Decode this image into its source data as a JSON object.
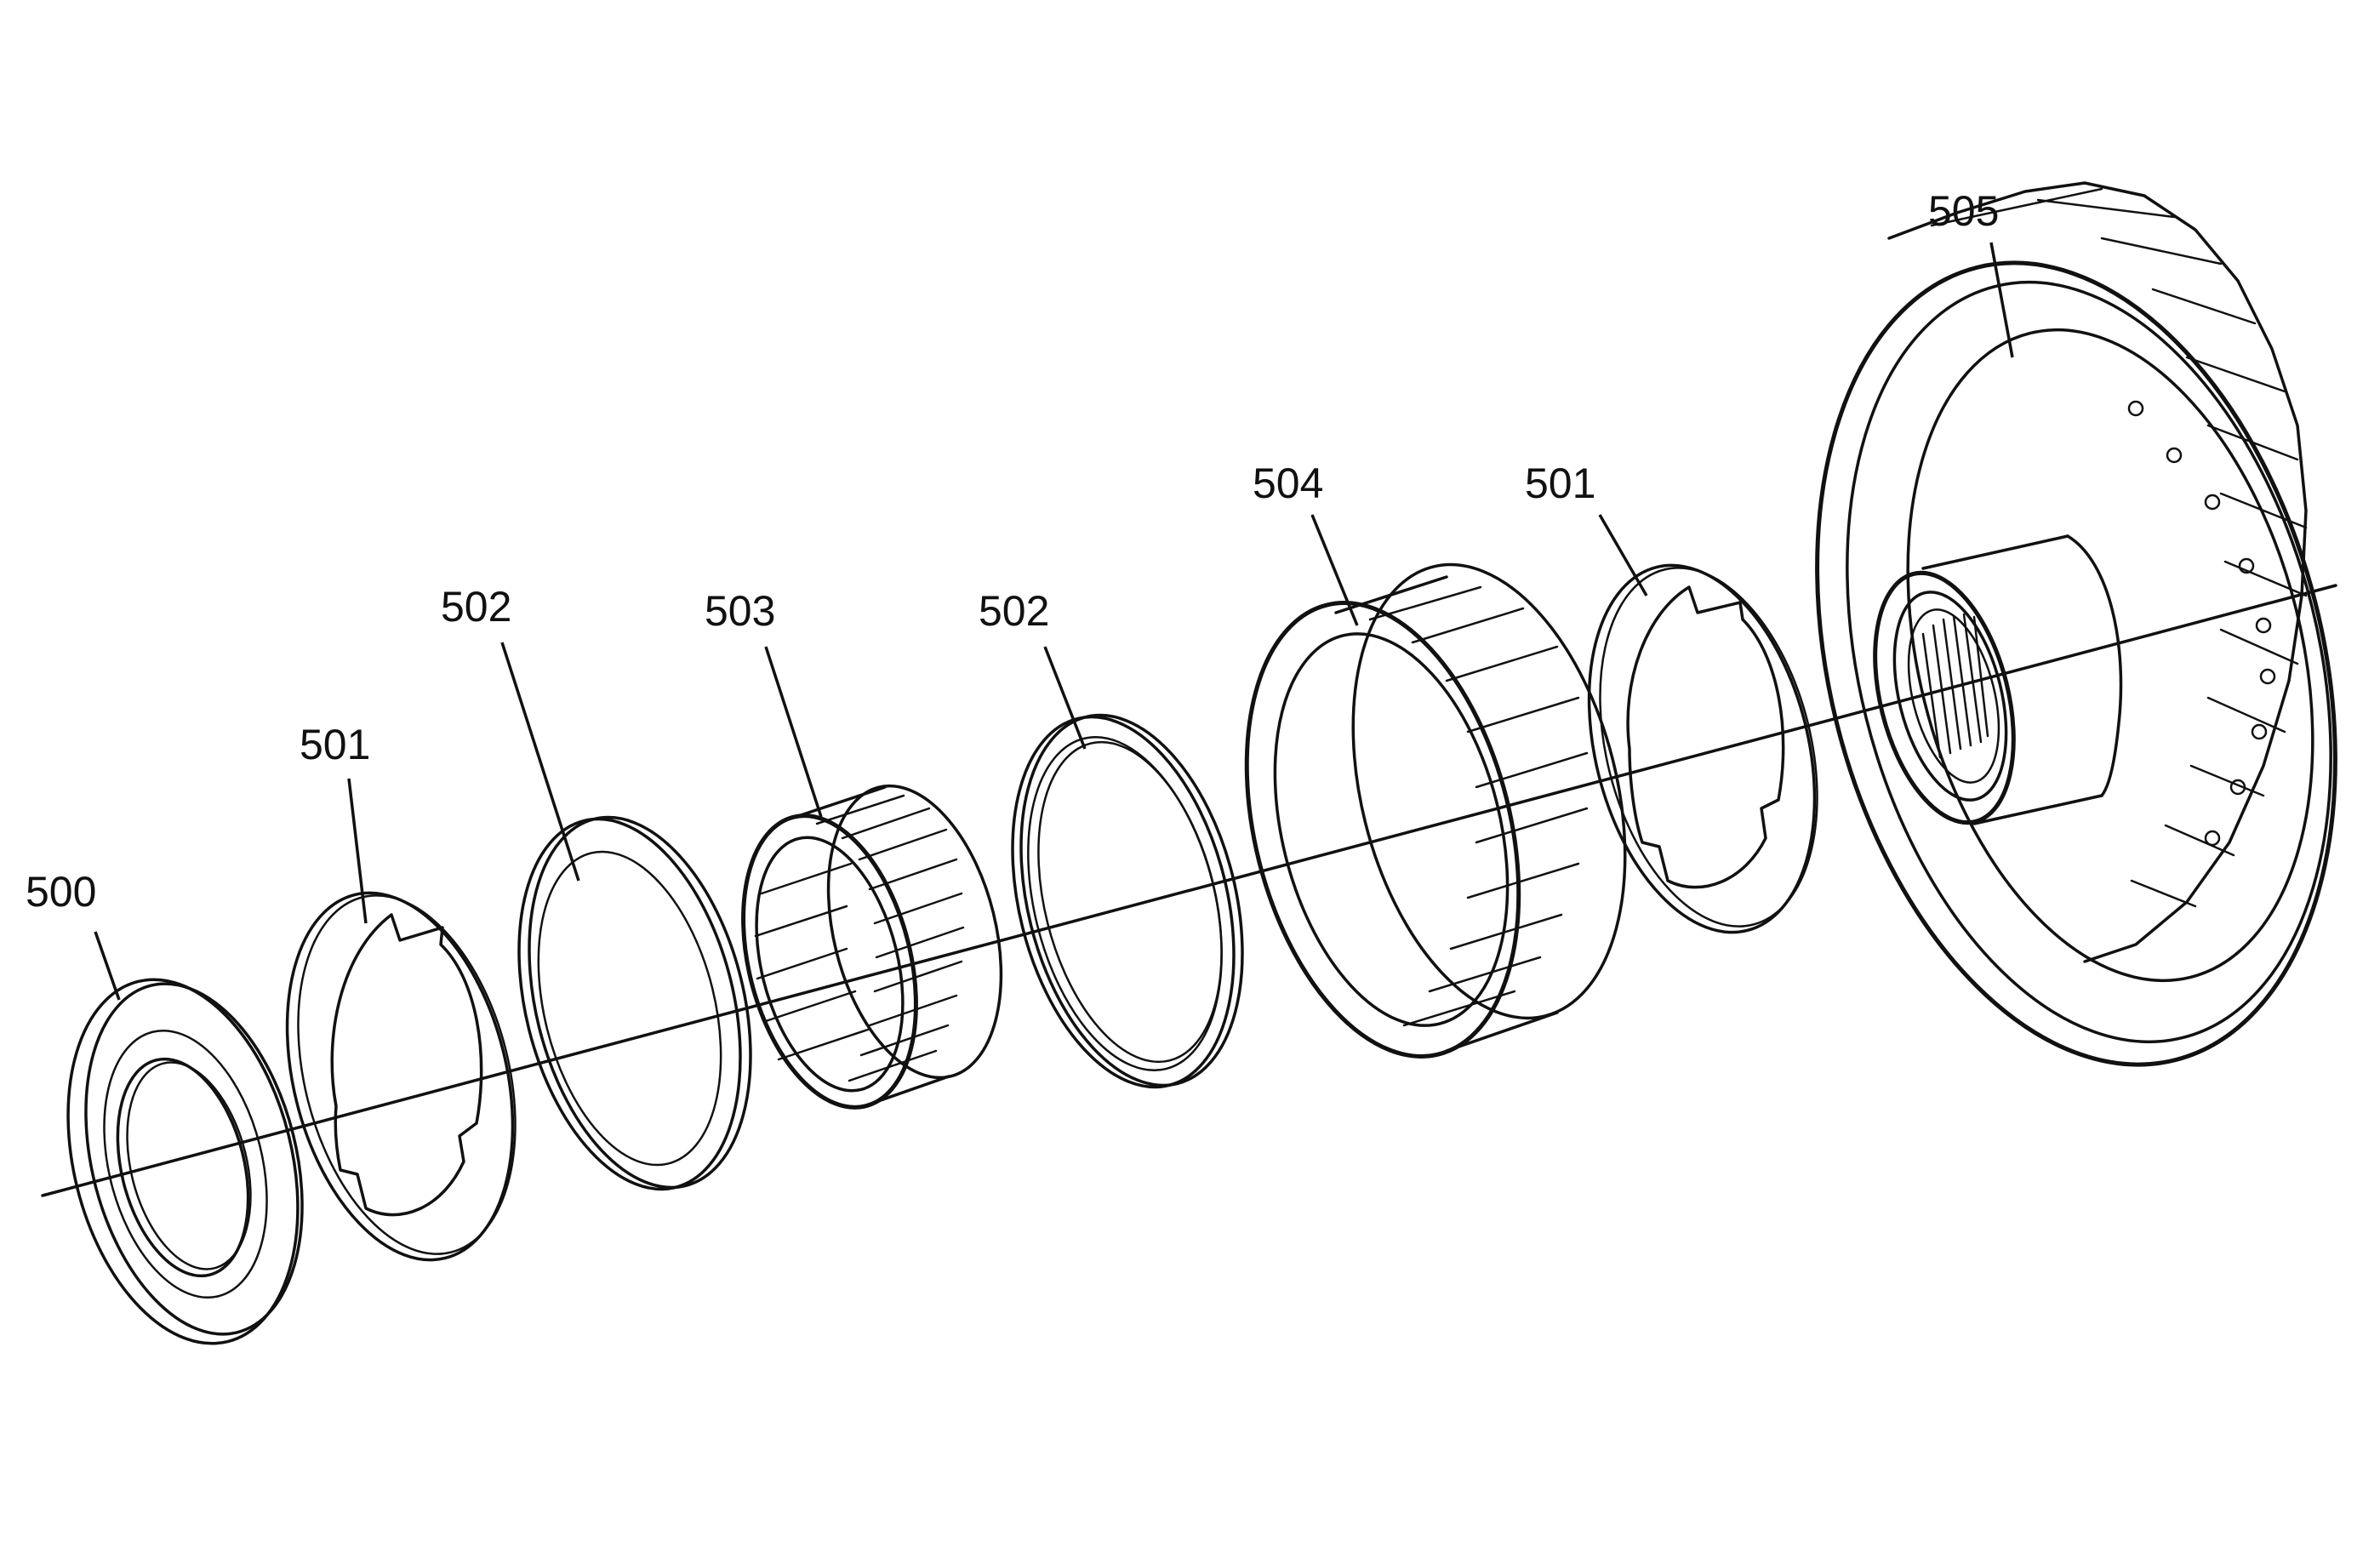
{
  "callouts": [
    {
      "id": "c500",
      "label": "500"
    },
    {
      "id": "c501a",
      "label": "501"
    },
    {
      "id": "c502a",
      "label": "502"
    },
    {
      "id": "c503",
      "label": "503"
    },
    {
      "id": "c502b",
      "label": "502"
    },
    {
      "id": "c504",
      "label": "504"
    },
    {
      "id": "c501b",
      "label": "501"
    },
    {
      "id": "c505",
      "label": "505"
    }
  ],
  "colors": {
    "line": "#111111",
    "background": "#ffffff"
  }
}
